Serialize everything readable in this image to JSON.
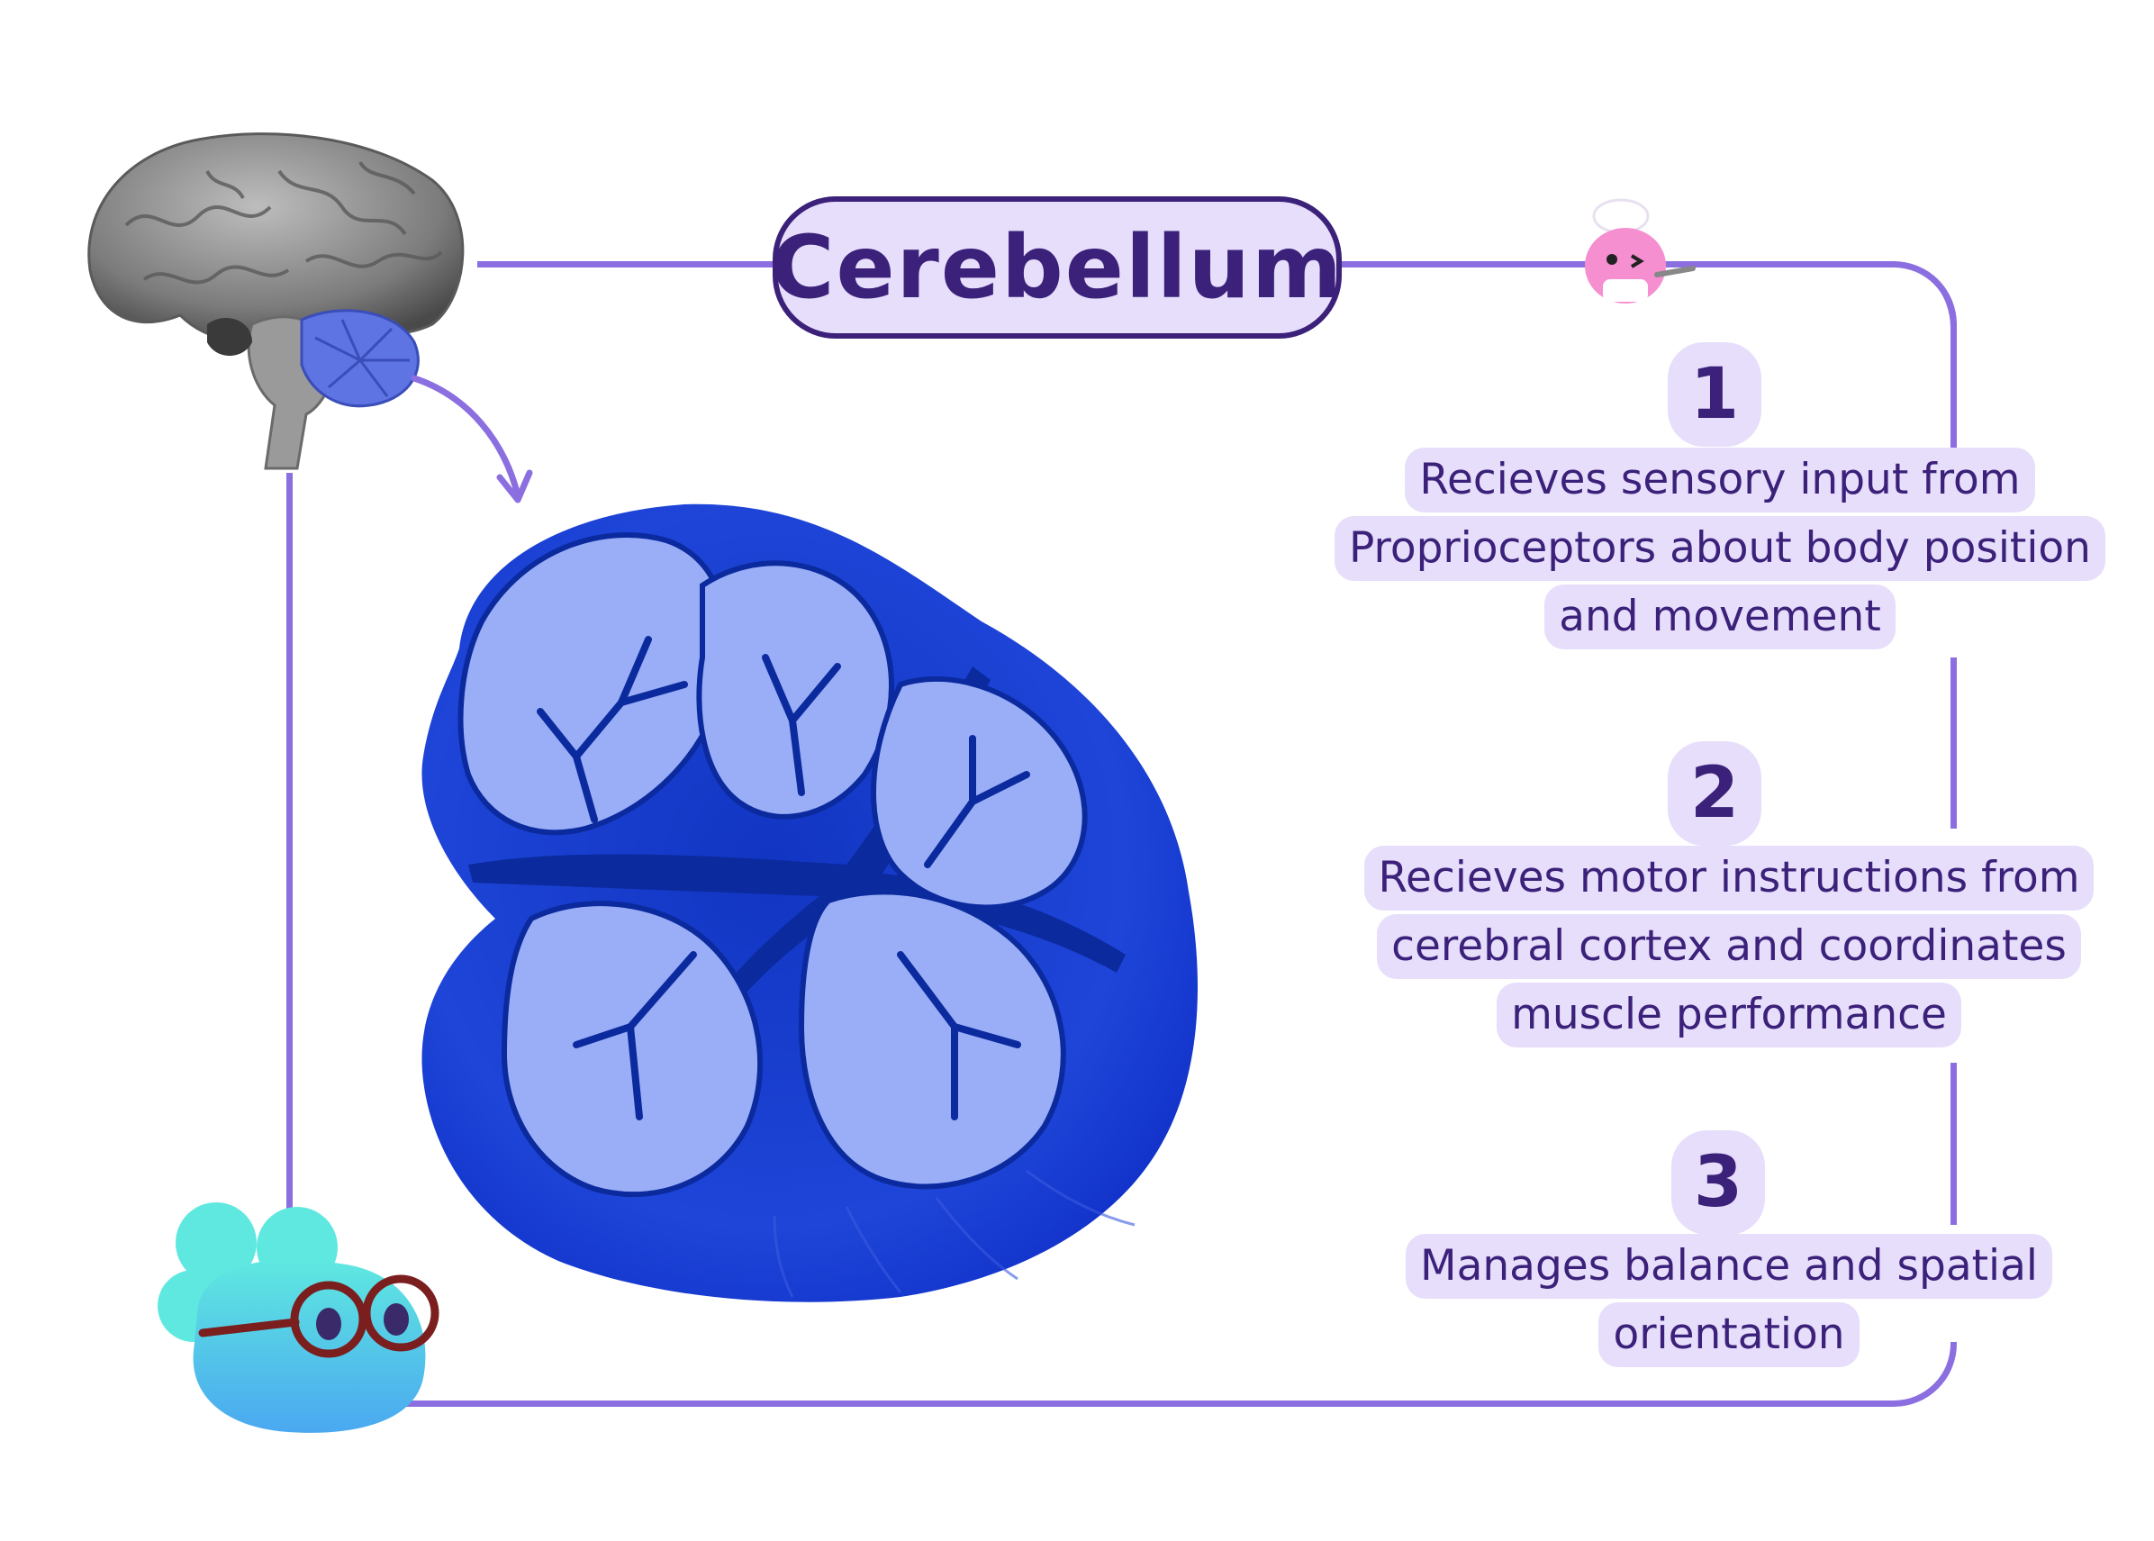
{
  "title": "Cerebellum",
  "items": [
    {
      "number": "1",
      "lines": [
        "Recieves sensory input from",
        "Proprioceptors about body position",
        "and movement"
      ]
    },
    {
      "number": "2",
      "lines": [
        "Recieves motor instructions from",
        "cerebral cortex and coordinates",
        "muscle performance"
      ]
    },
    {
      "number": "3",
      "lines": [
        "Manages balance and spatial",
        "orientation"
      ]
    }
  ],
  "colors": {
    "frame": "#8b6fe0",
    "text": "#3b2179",
    "pill": "#e6defb",
    "cerebellum": "#1a3fd6",
    "folia": "#9aaef7"
  }
}
